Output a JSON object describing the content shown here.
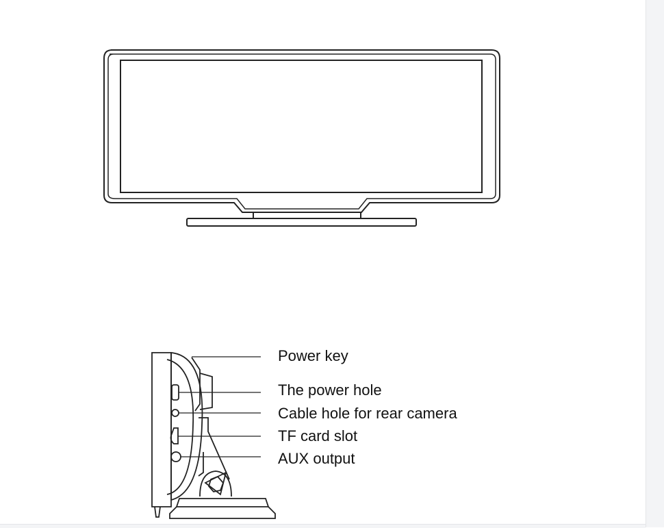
{
  "labels": {
    "power_key": "Power key",
    "power_hole": "The power hole",
    "cable_hole": "Cable hole for rear camera",
    "tf_slot": "TF card slot",
    "aux": "AUX output"
  }
}
